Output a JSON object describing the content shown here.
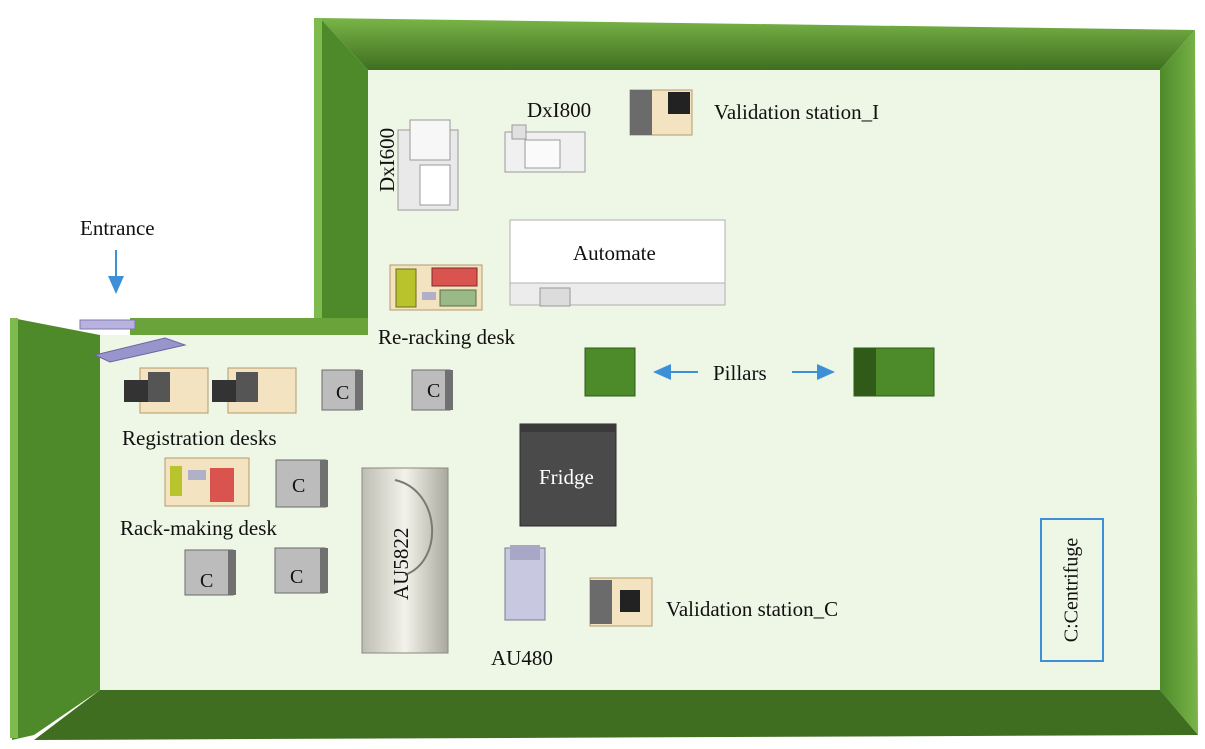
{
  "labels": {
    "entrance": "Entrance",
    "dxi800": "DxI800",
    "dxi600": "DxI600",
    "validation_station_i": "Validation station_I",
    "automate": "Automate",
    "re_racking_desk": "Re-racking desk",
    "pillars": "Pillars",
    "registration_desks": "Registration desks",
    "fridge": "Fridge",
    "rack_making_desk": "Rack-making desk",
    "au5822": "AU5822",
    "au480": "AU480",
    "validation_station_c": "Validation station_C",
    "centrifuge_letter": "C"
  },
  "legend": {
    "text": "C:Centrifuge"
  },
  "colors": {
    "wall_light": "#6aa33a",
    "wall_dark": "#3f6e20",
    "floor": "#eef6e6",
    "pillar": "#4c8a2a",
    "fridge": "#4a4a4a",
    "arrow": "#3d8fd6"
  }
}
